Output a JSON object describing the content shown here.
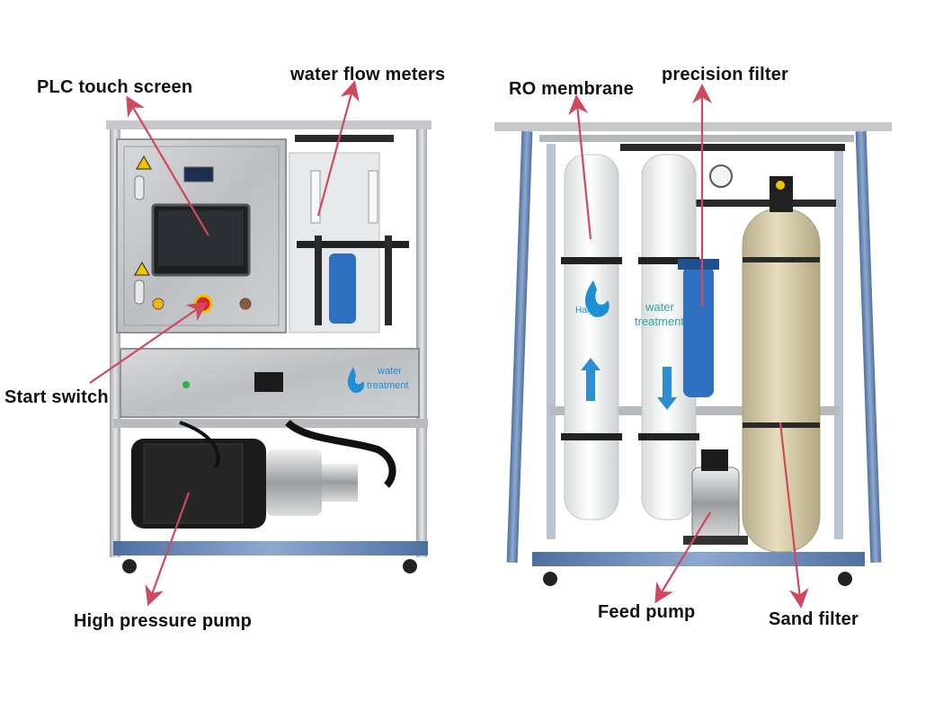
{
  "labels": {
    "plc_touch_screen": "PLC touch screen",
    "water_flow_meters": "water flow meters",
    "ro_membrane": "RO membrane",
    "precision_filter": "precision filter",
    "start_switch": "Start switch",
    "high_pressure_pump": "High pressure pump",
    "feed_pump": "Feed pump",
    "sand_filter": "Sand filter"
  },
  "branding": {
    "logo_line1": "water",
    "logo_line2": "treatment",
    "logo_brand": "Haiyuan"
  },
  "colors": {
    "arrow": "#d0485e",
    "label_text": "#111111",
    "steel": "#c8c9cb",
    "blue_frame": "#5b7fb3",
    "membrane_white": "#f3f4f3",
    "sand_tank": "#d9cfae",
    "blue_housing": "#2f6fbf",
    "pump_black": "#1a1a1a"
  }
}
